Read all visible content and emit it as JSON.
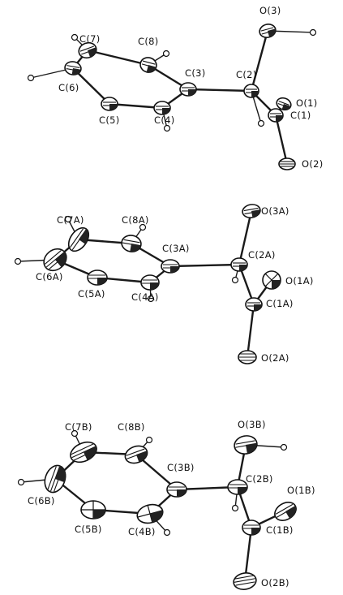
{
  "molecules": [
    {
      "labels": {
        "O3": "O(3)",
        "O1": "O(1)",
        "C7": "C(7)",
        "C8": "C(8)",
        "C3": "C(3)",
        "C2": "C(2)",
        "C1": "C(1)",
        "C6": "C(6)",
        "C5": "C(5)",
        "C4": "C(4)",
        "O2": "O(2)"
      }
    },
    {
      "labels": {
        "O3": "O(3A)",
        "O1": "O(1A)",
        "C7": "C(7A)",
        "C8": "C(8A)",
        "C3": "C(3A)",
        "C2": "C(2A)",
        "C1": "C(1A)",
        "C6": "C(6A)",
        "C5": "C(5A)",
        "C4": "C(4A)",
        "O2": "O(2A)"
      }
    },
    {
      "labels": {
        "O3": "O(3B)",
        "O1": "O(1B)",
        "C7": "C(7B)",
        "C8": "C(8B)",
        "C3": "C(3B)",
        "C2": "C(2B)",
        "C1": "C(1B)",
        "C6": "C(6B)",
        "C5": "C(5B)",
        "C4": "C(4B)",
        "O2": "O(2B)"
      }
    }
  ]
}
